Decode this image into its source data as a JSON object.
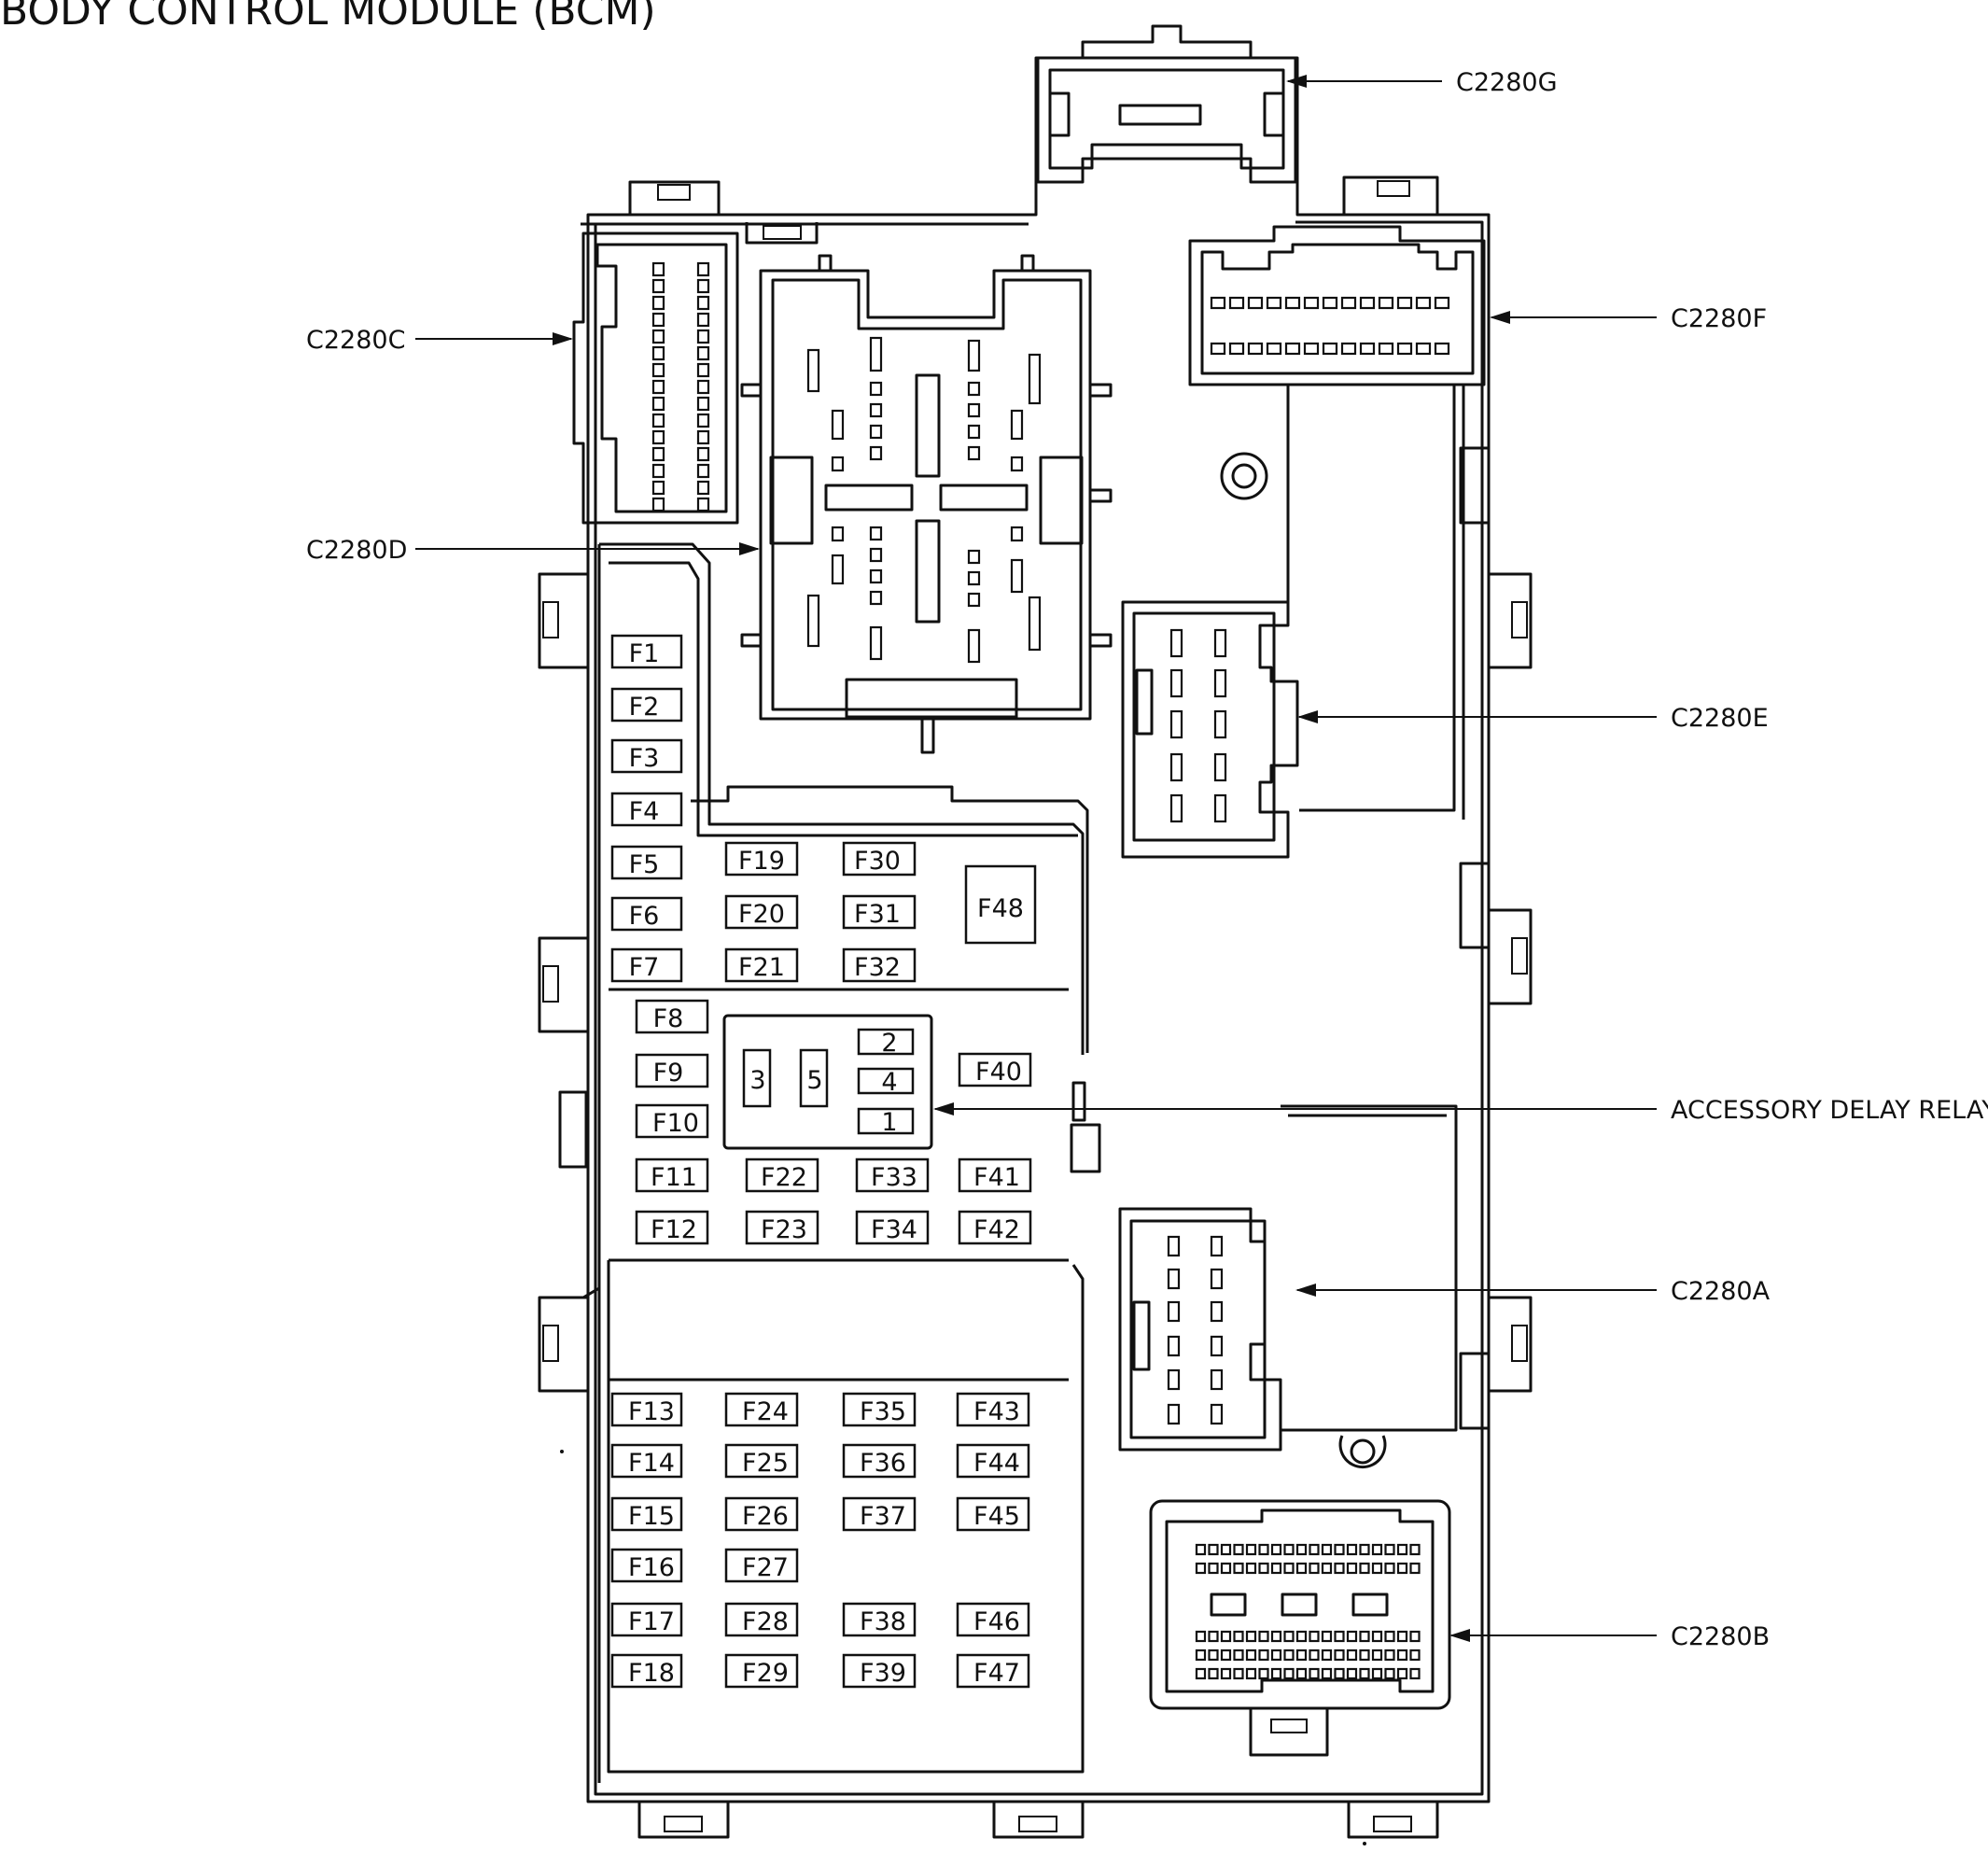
{
  "title": "BODY CONTROL MODULE (BCM)",
  "connectors": {
    "c2280g": "C2280G",
    "c2280f": "C2280F",
    "c2280c": "C2280C",
    "c2280d": "C2280D",
    "c2280e": "C2280E",
    "accessory_delay_relay": "ACCESSORY DELAY RELAY",
    "c2280a": "C2280A",
    "c2280b": "C2280B"
  },
  "fuses": {
    "F1": "F1",
    "F2": "F2",
    "F3": "F3",
    "F4": "F4",
    "F5": "F5",
    "F6": "F6",
    "F7": "F7",
    "F8": "F8",
    "F9": "F9",
    "F10": "F10",
    "F11": "F11",
    "F12": "F12",
    "F13": "F13",
    "F14": "F14",
    "F15": "F15",
    "F16": "F16",
    "F17": "F17",
    "F18": "F18",
    "F19": "F19",
    "F20": "F20",
    "F21": "F21",
    "F22": "F22",
    "F23": "F23",
    "F24": "F24",
    "F25": "F25",
    "F26": "F26",
    "F27": "F27",
    "F28": "F28",
    "F29": "F29",
    "F30": "F30",
    "F31": "F31",
    "F32": "F32",
    "F33": "F33",
    "F34": "F34",
    "F35": "F35",
    "F36": "F36",
    "F37": "F37",
    "F38": "F38",
    "F39": "F39",
    "F40": "F40",
    "F41": "F41",
    "F42": "F42",
    "F43": "F43",
    "F44": "F44",
    "F45": "F45",
    "F46": "F46",
    "F47": "F47",
    "F48": "F48"
  },
  "relay_terminals": {
    "t2": "2",
    "t4": "4",
    "t1": "1",
    "t3": "3",
    "t5": "5"
  }
}
